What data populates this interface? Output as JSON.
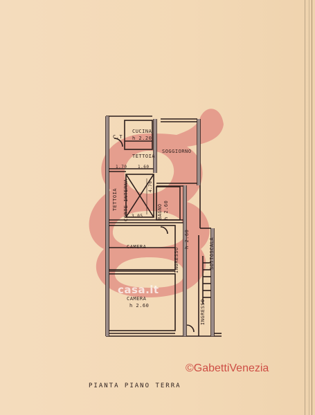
{
  "plan": {
    "rooms": {
      "cucina": "CUCINA",
      "cucina_height": "h 2.20",
      "ct": "C.T",
      "tettoia_top": "TETTOIA",
      "soggiorno": "SOGGIORNO",
      "tettoia_side": "TETTOIA",
      "corte_interna": "CORTE INTERNA",
      "bagno": "BAGNO",
      "bagno_height": "h 2.60",
      "camera_1": "CAMERA",
      "camera_2": "CAMERA",
      "camera_2_height": "h 2.60",
      "ingresso_1": "INGRESSO",
      "ingresso_1_height": "h 2.60",
      "ingresso_2": "INGRESSO",
      "sottoscala": "SOTTOSCALA"
    },
    "dimensions": {
      "d_170": "1.70",
      "d_160": "1.60",
      "d_476": "4.76",
      "d_305": "3.05"
    },
    "caption": "PIANTA   PIANO    TERRA"
  },
  "watermark": {
    "text": "casa.it",
    "credit": "©GabettiVenezia",
    "color": "#d9615a"
  },
  "colors": {
    "paper": "#f2d9b7",
    "ink": "#2c1e1c",
    "wall_fill": "#9c8d8a",
    "watermark": "#e08a80"
  }
}
